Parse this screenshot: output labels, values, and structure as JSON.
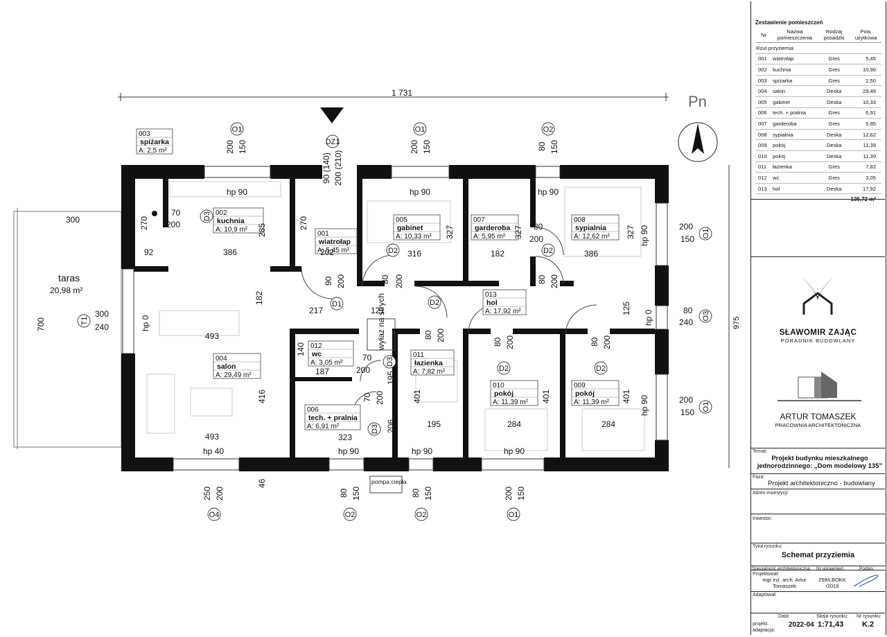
{
  "plan": {
    "total_width": "1 731",
    "total_height": "975",
    "orientation": "Pn",
    "rooms": [
      {
        "no": "003",
        "name": "spiżarka",
        "area": "A: 2,5 m²"
      },
      {
        "no": "002",
        "name": "kuchnia",
        "area": "A: 10,9 m²"
      },
      {
        "no": "001",
        "name": "wiatrołap",
        "area": "A: 5,45 m²"
      },
      {
        "no": "005",
        "name": "gabinet",
        "area": "A: 10,33 m²"
      },
      {
        "no": "007",
        "name": "garderoba",
        "area": "A: 5,95 m²"
      },
      {
        "no": "008",
        "name": "sypialnia",
        "area": "A: 12,62 m²"
      },
      {
        "no": "013",
        "name": "hol",
        "area": "A: 17,92 m²"
      },
      {
        "no": "004",
        "name": "salon",
        "area": "A: 29,49 m²"
      },
      {
        "no": "012",
        "name": "wc",
        "area": "A: 3,05 m²"
      },
      {
        "no": "011",
        "name": "łazienka",
        "area": "A: 7,82 m²"
      },
      {
        "no": "010",
        "name": "pokój",
        "area": "A: 11,39 m²"
      },
      {
        "no": "009",
        "name": "pokój",
        "area": "A: 11,39 m²"
      },
      {
        "no": "006",
        "name": "tech. + pralnia",
        "area": "A: 6,91 m²"
      }
    ],
    "taras_name": "taras",
    "taras_area": "20,98 m²",
    "pompa": "pompa ciepła",
    "wylaz": "wyłaz na strych",
    "windows": [
      "O1",
      "O2",
      "DZ1",
      "T1",
      "O3",
      "O4",
      "D1",
      "D2",
      "D3"
    ],
    "dims": {
      "d300": "300",
      "d700": "700",
      "d270": "270",
      "d285": "285",
      "d92": "92",
      "d386": "386",
      "d202": "202",
      "d316": "316",
      "d327": "327",
      "d182": "182",
      "d217": "217",
      "d121": "121",
      "d125": "125",
      "d493": "493",
      "d416": "416",
      "d140": "140",
      "d187": "187",
      "d200": "200",
      "d195": "195",
      "d206": "206",
      "d323": "323",
      "d401": "401",
      "d284": "284",
      "d70": "70",
      "d80": "80",
      "d90": "90",
      "d150": "150",
      "d240": "240",
      "d250": "250",
      "d46": "46"
    },
    "hp": {
      "hp90": "hp 90",
      "hp0": "hp 0",
      "hp40": "hp 40"
    },
    "dz1": {
      "a": "90 (140)",
      "b": "200 (210)"
    }
  },
  "table": {
    "title": "Zestawienie pomieszczeń",
    "headers": [
      "Nr",
      "Nazwa pomieszczenia",
      "Rodzaj posadzki",
      "Pow. użytkowa"
    ],
    "section": "Rzut przyziemia",
    "rows": [
      [
        "001",
        "wiatrołap",
        "Gres",
        "5,45"
      ],
      [
        "002",
        "kuchnia",
        "Gres",
        "10,90"
      ],
      [
        "003",
        "spiżarka",
        "Gres",
        "2,50"
      ],
      [
        "004",
        "salon",
        "Deska",
        "29,49"
      ],
      [
        "005",
        "gabinet",
        "Deska",
        "10,33"
      ],
      [
        "006",
        "tech. + pralnia",
        "Gres",
        "6,91"
      ],
      [
        "007",
        "garderoba",
        "Gres",
        "5,95"
      ],
      [
        "008",
        "sypialnia",
        "Deska",
        "12,62"
      ],
      [
        "009",
        "pokój",
        "Deska",
        "11,39"
      ],
      [
        "010",
        "pokój",
        "Deska",
        "11,39"
      ],
      [
        "011",
        "łazienka",
        "Gres",
        "7,82"
      ],
      [
        "012",
        "wc",
        "Gres",
        "3,05"
      ],
      [
        "013",
        "hol",
        "Deska",
        "17,92"
      ]
    ],
    "total": "135,72 m²"
  },
  "brand1": {
    "name": "SŁAWOMIR ZAJĄC",
    "sub": "PORADNIK BUDOWLANY"
  },
  "brand2": {
    "name": "ARTUR TOMASZEK",
    "sub": "PRACOWNIA ARCHITEKTONICZNA"
  },
  "titleblock": {
    "temat_lbl": "Temat:",
    "temat": "Projekt budynku mieszkalnego jednorodzinnego: „Dom modelowy 135”",
    "faza_lbl": "Faza:",
    "faza": "Projekt architektoniczno - budowlany",
    "adres_lbl": "Adres inwestycji:",
    "inwestor_lbl": "Inwestor:",
    "tytul_lbl": "Tytuł rysunku:",
    "tytul": "Schemat przyziemia",
    "spec_lbl": "Specjalność architektoniczna",
    "upr_lbl": "Nr uprawnień:",
    "podpis_lbl": "Podpis:",
    "proj_lbl": "Projektował:",
    "proj_name": "mgr inż. arch. Artur Tomaszek",
    "upr_val": "259/LBOKK /2019",
    "adapt_lbl": "Adaptował:",
    "data_lbl": "Data:",
    "skala_lbl": "Skala rysunku:",
    "nr_lbl": "Nr rysunku:",
    "projekt_lbl": "projekt:",
    "adaptacja_lbl": "adaptacja:",
    "data_val": "2022-04",
    "skala_val": "1:71,43",
    "nr_val": "K.2"
  }
}
